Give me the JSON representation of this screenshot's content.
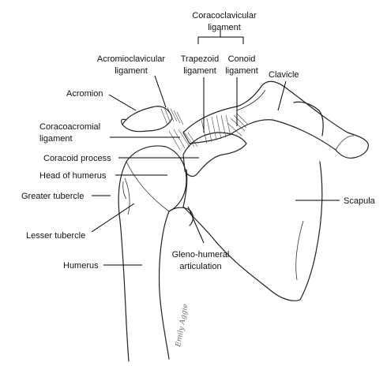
{
  "labels": {
    "coracoclavicular_line1": "Coracoclavicular",
    "coracoclavicular_line2": "ligament",
    "trapezoid_line1": "Trapezoid",
    "trapezoid_line2": "ligament",
    "conoid_line1": "Conoid",
    "conoid_line2": "ligament",
    "acromioclavicular_line1": "Acromioclavicular",
    "acromioclavicular_line2": "ligament",
    "clavicle": "Clavicle",
    "acromion": "Acromion",
    "coracoacromial_line1": "Coracoacromial",
    "coracoacromial_line2": "ligament",
    "coracoid_process": "Coracoid process",
    "head_of_humerus": "Head of humerus",
    "greater_tubercle": "Greater tubercle",
    "scapula": "Scapula",
    "lesser_tubercle": "Lesser tubercle",
    "humerus": "Humerus",
    "glenohumeral_line1": "Gleno-humeral",
    "glenohumeral_line2": "articulation"
  },
  "signature": "Emily Aggie",
  "colors": {
    "ink": "#222222",
    "background": "#ffffff"
  }
}
